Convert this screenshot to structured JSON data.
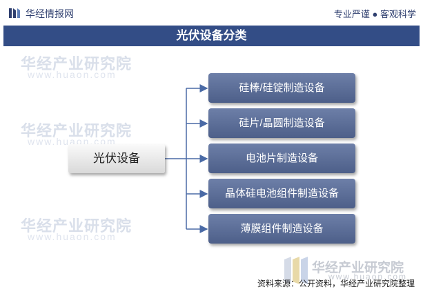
{
  "header": {
    "brand": "华经情报网",
    "slogan": "专业严谨 ● 客观科学"
  },
  "title": "光伏设备分类",
  "diagram": {
    "root": "光伏设备",
    "children": [
      "硅棒/硅锭制造设备",
      "硅片/晶圆制造设备",
      "电池片制造设备",
      "晶体硅电池组件制造设备",
      "薄膜组件制造设备"
    ]
  },
  "watermark": {
    "text": "华经产业研究院",
    "url": "www.huaon.com"
  },
  "footer": {
    "brand": "华经产业研究院",
    "url": "www.huaon.com",
    "source": "资料来源：公开资料，华经产业研究院整理"
  },
  "colors": {
    "title_band": "#334d86",
    "item_box": "#5b6d97",
    "connector": "#4a6aa5"
  }
}
